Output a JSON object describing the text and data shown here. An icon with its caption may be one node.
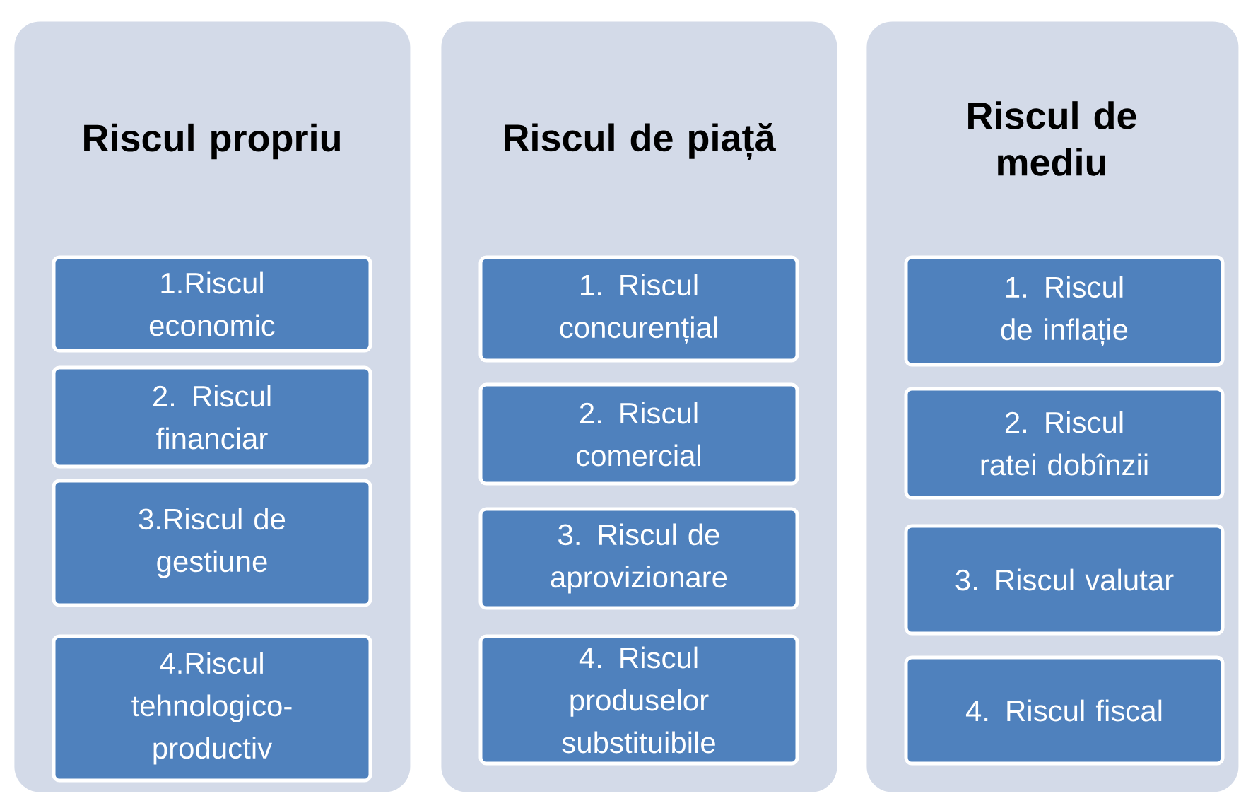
{
  "diagram": {
    "nodes": [
      {
        "text": [
          "Riscul propriu"
        ]
      },
      {
        "text": [
          "1.Riscul economic"
        ],
        "in": 0
      },
      {
        "text": [
          "2. Riscul financiar"
        ],
        "in": 0
      },
      {
        "text": [
          "3.Riscul de gestiune"
        ],
        "in": 0
      },
      {
        "text": [
          "4.Riscul tehnologico-productiv"
        ],
        "in": 0
      },
      {
        "text": [
          "Riscul de piață"
        ]
      },
      {
        "text": [
          "1. Riscul concurențial"
        ],
        "in": 5
      },
      {
        "text": [
          "2. Riscul comercial"
        ],
        "in": 5
      },
      {
        "text": [
          "3. Riscul de aprovizionare"
        ],
        "in": 5
      },
      {
        "text": [
          "4. Riscul produselor substituibile"
        ],
        "in": 5
      },
      {
        "text": [
          "Riscul de mediu"
        ]
      },
      {
        "text": [
          "1. Riscul de inflație"
        ],
        "in": 10
      },
      {
        "text": [
          "2. Riscul ratei dobînzii"
        ],
        "in": 10
      },
      {
        "text": [
          "3. Riscul valutar"
        ],
        "in": 10
      },
      {
        "text": [
          "4. Riscul fiscal"
        ],
        "in": 10
      }
    ]
  }
}
